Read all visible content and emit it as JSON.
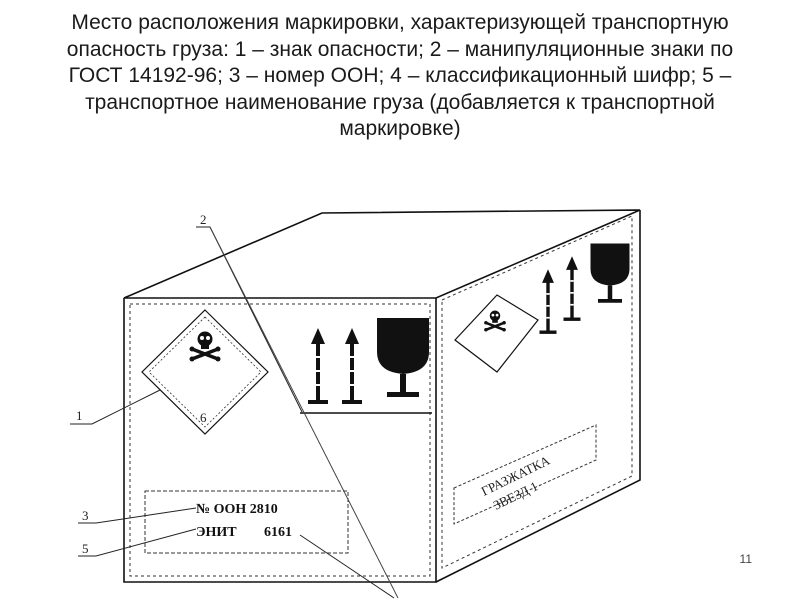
{
  "title": "Место расположения маркировки, характеризующей транспортную опасность груза: 1 – знак опасности; 2 – манипуляционные знаки по ГОСТ 14192-96; 3 – номер ООН; 4 – классификационный шифр; 5 – транспортное наименование груза (добавляется к транспортной маркировке)",
  "diagram": {
    "un_number_text": "№ ООН 2810",
    "shipping_name_text": "ЭНИТ",
    "class_code_text": "6161",
    "callouts": [
      "1",
      "2",
      "3",
      "5"
    ],
    "side_label_text": [
      "ГРАЗЖАТКА",
      "ЗВЕЗД 1"
    ],
    "icons": [
      "hazard-diamond-skull-icon",
      "this-way-up-arrows-icon",
      "fragile-glass-icon"
    ]
  },
  "page_number": "11"
}
